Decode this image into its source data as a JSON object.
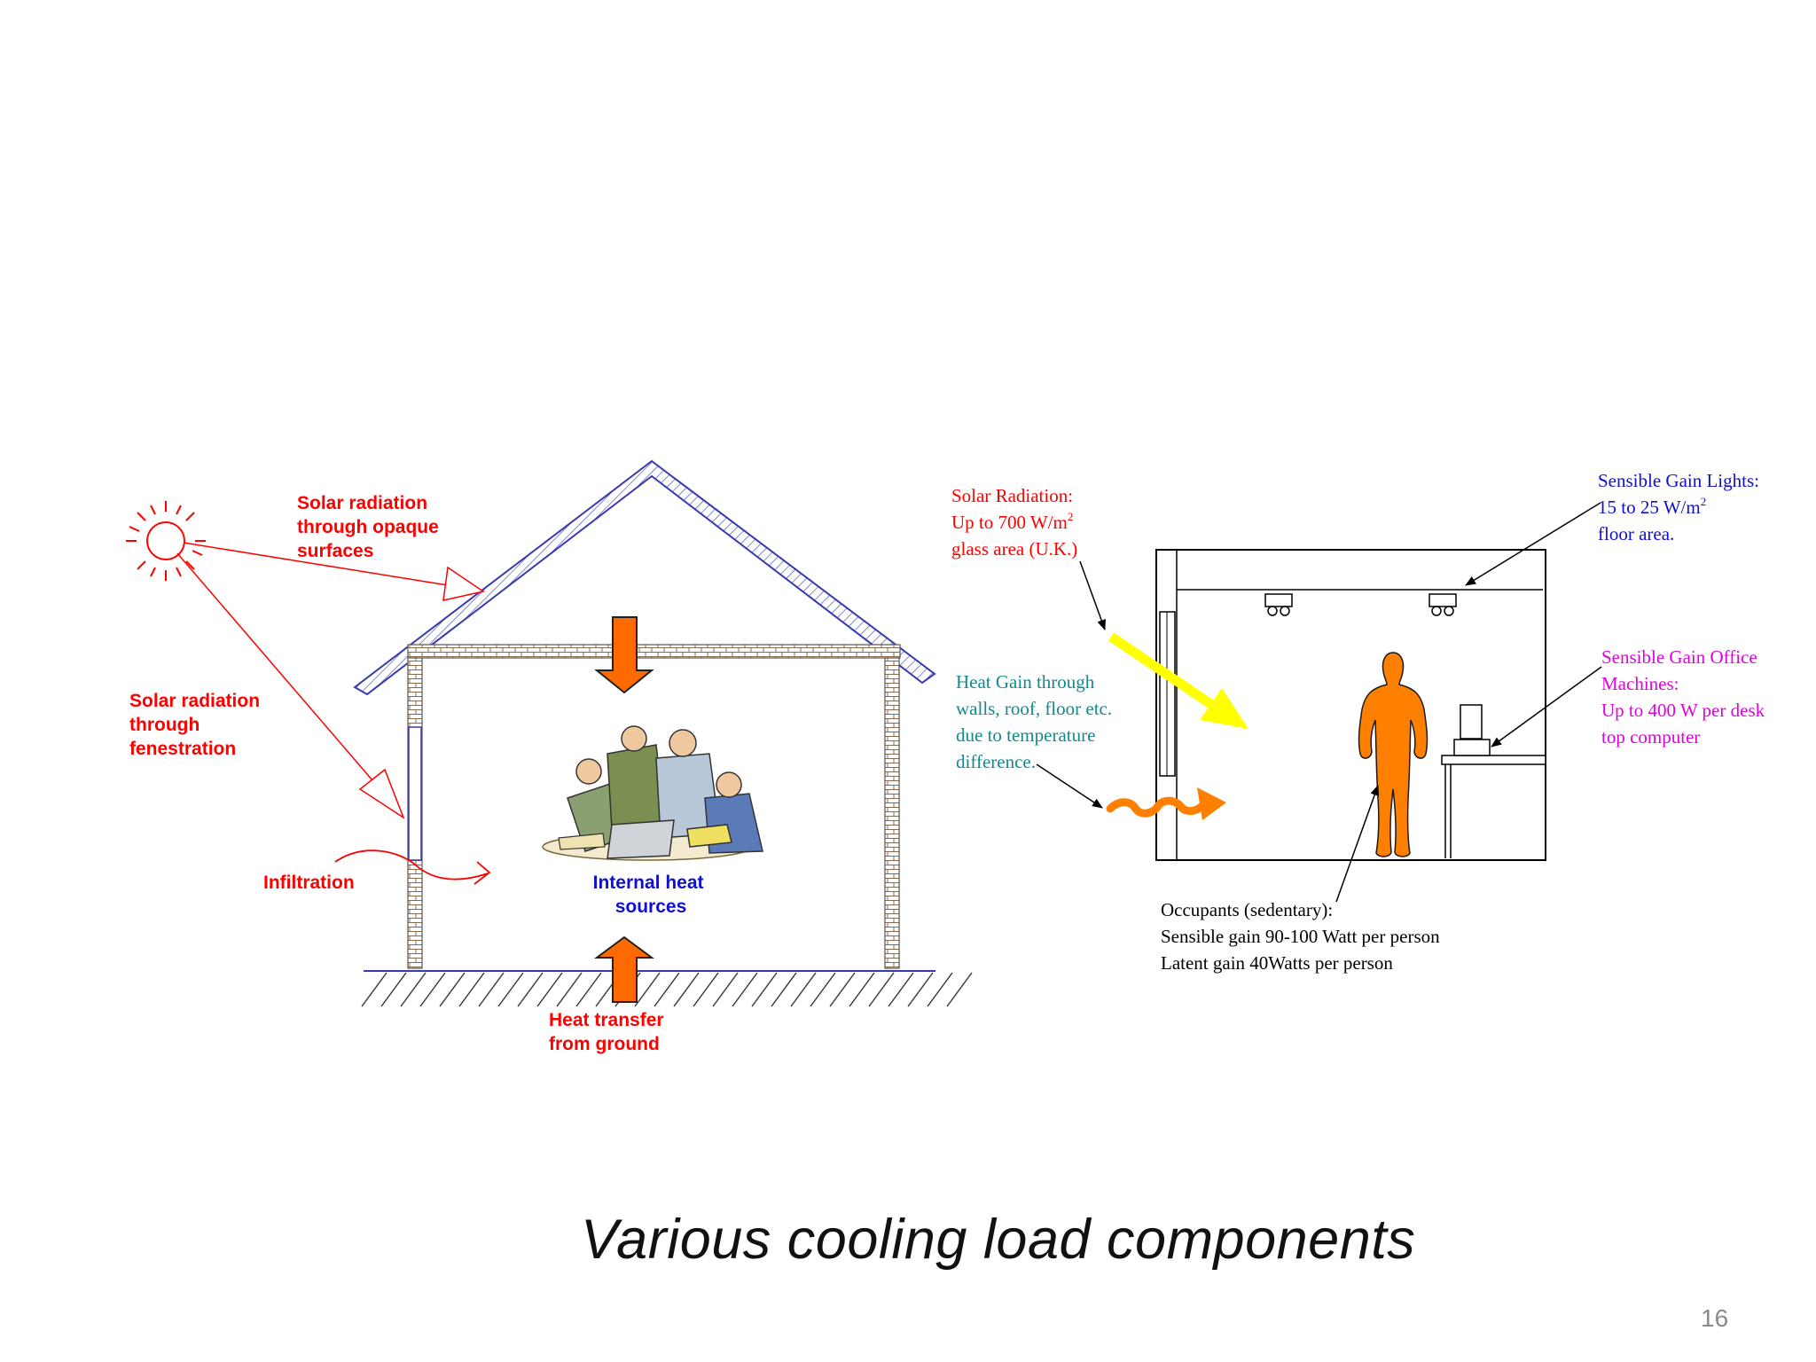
{
  "left_diagram": {
    "label_solar_opaque": [
      "Solar radiation",
      "through opaque",
      "surfaces"
    ],
    "label_solar_fenestration": [
      "Solar radiation",
      "through",
      "fenestration"
    ],
    "label_infiltration": "Infiltration",
    "label_internal": [
      "Internal heat",
      "sources"
    ],
    "label_ground": [
      "Heat transfer",
      "from ground"
    ]
  },
  "right_diagram": {
    "solar": [
      "Solar Radiation:",
      "Up to 700 W/m",
      "2",
      "glass area (U.K.)"
    ],
    "lights": [
      "Sensible Gain Lights:",
      "15 to 25 W/m",
      "2",
      "floor area."
    ],
    "walls": [
      "Heat Gain through",
      "walls, roof, floor etc.",
      "due to temperature",
      "difference."
    ],
    "machines": [
      "Sensible Gain Office",
      "Machines:",
      "Up to 400 W per desk",
      "top computer"
    ],
    "occupants": [
      "Occupants (sedentary):",
      "Sensible gain 90-100 Watt per person",
      "Latent gain 40Watts per person"
    ]
  },
  "title": "Various cooling load components",
  "page_number": "16",
  "colors": {
    "red": "#ff0000",
    "blue": "#1010d0",
    "teal": "#138a8a",
    "magenta": "#e000e0",
    "orange": "#ff6a00",
    "yellow": "#ffff00"
  }
}
